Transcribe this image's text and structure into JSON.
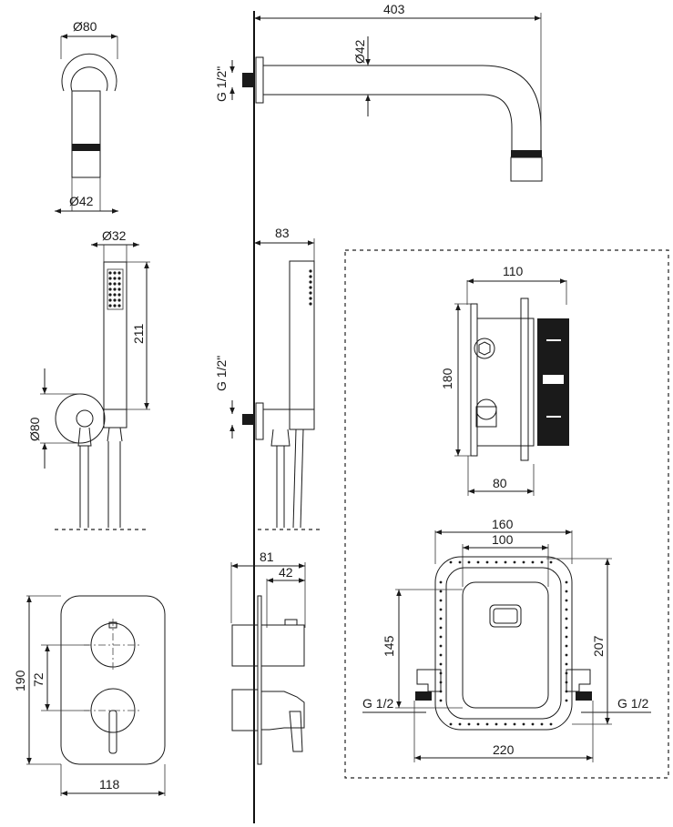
{
  "dimensions": {
    "spout_flange_dia": "Ø80",
    "spout_pipe_dia_side": "Ø42",
    "spout_length": "403",
    "spout_pipe_dia": "Ø42",
    "spout_thread": "G 1/2\"",
    "handshower_dia": "Ø32",
    "handshower_length": "211",
    "holder_dia": "Ø80",
    "holder_projection": "83",
    "holder_thread": "G 1/2\"",
    "box_width": "110",
    "box_height": "180",
    "box_depth": "80",
    "frame_outer_width": "160",
    "frame_inner_width": "100",
    "frame_inner_height": "145",
    "frame_outer_height": "207",
    "frame_inlet_left": "G 1/2",
    "frame_inlet_right": "G 1/2",
    "frame_total_width": "220",
    "plate_height": "190",
    "plate_axis_distance": "72",
    "plate_width": "118",
    "mixer_depth": "81",
    "mixer_handle_depth": "42"
  }
}
